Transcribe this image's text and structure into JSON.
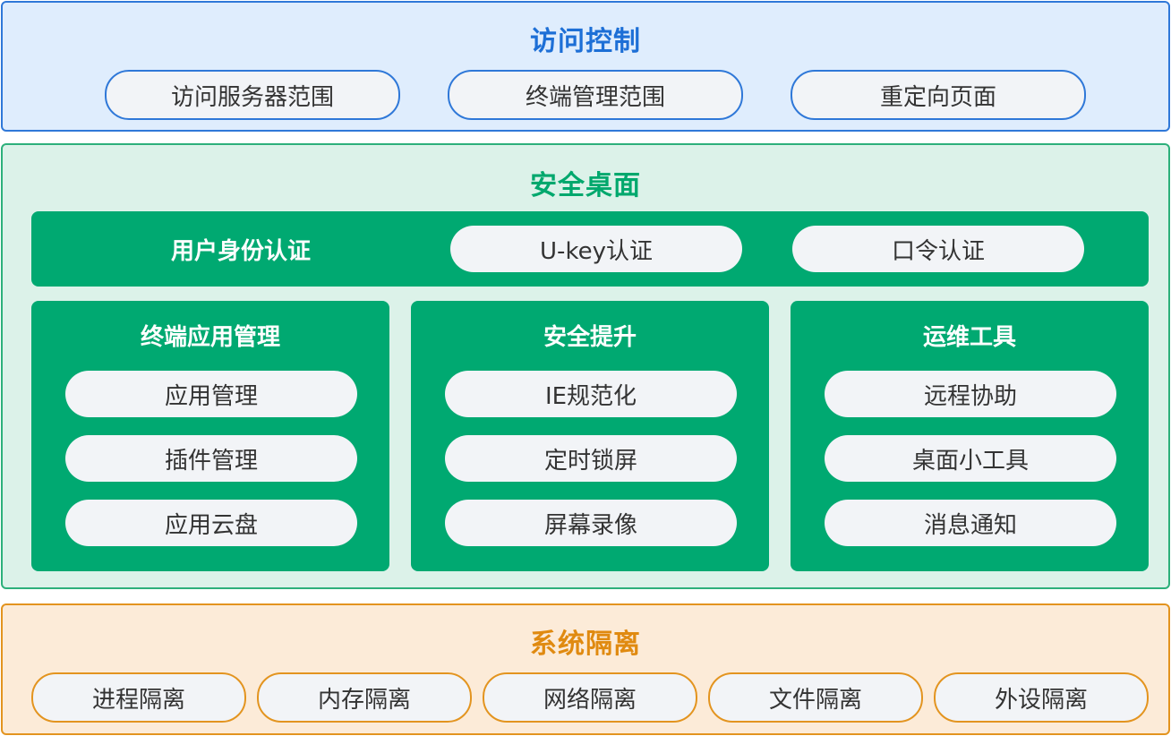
{
  "access": {
    "title": "访问控制",
    "items": [
      "访问服务器范围",
      "终端管理范围",
      "重定向页面"
    ]
  },
  "desktop": {
    "title": "安全桌面",
    "auth": {
      "label": "用户身份认证",
      "items": [
        "U-key认证",
        "口令认证"
      ]
    },
    "panels": [
      {
        "title": "终端应用管理",
        "items": [
          "应用管理",
          "插件管理",
          "应用云盘"
        ]
      },
      {
        "title": "安全提升",
        "items": [
          "IE规范化",
          "定时锁屏",
          "屏幕录像"
        ]
      },
      {
        "title": "运维工具",
        "items": [
          "远程协助",
          "桌面小工具",
          "消息通知"
        ]
      }
    ]
  },
  "isolation": {
    "title": "系统隔离",
    "items": [
      "进程隔离",
      "内存隔离",
      "网络隔离",
      "文件隔离",
      "外设隔离"
    ]
  },
  "colors": {
    "access_border": "#2f78d8",
    "access_bg": "#dfedfd",
    "desktop_green": "#00a971",
    "desktop_bg": "#dcf2e9",
    "isolation_border": "#e3941f",
    "isolation_bg": "#fcebd8",
    "pill_bg": "#f2f4f7"
  }
}
